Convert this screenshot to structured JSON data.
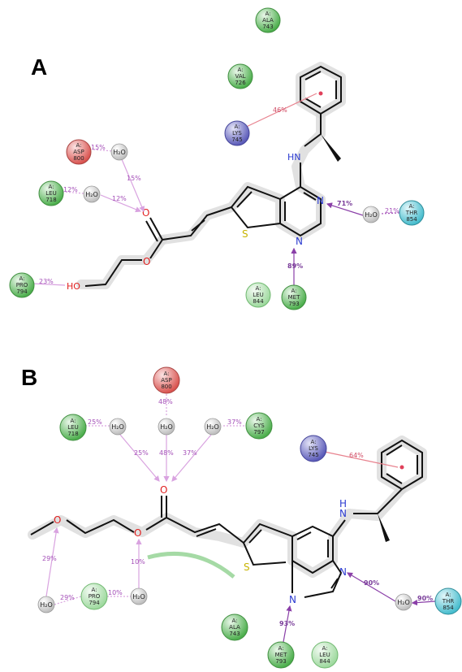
{
  "panels": [
    {
      "label": "A"
    },
    {
      "label": "B"
    }
  ],
  "panelA": {
    "residues": [
      {
        "id": "a-ala743",
        "chain": "A:",
        "name": "ALA",
        "num": "743",
        "color": "#5cb85c"
      },
      {
        "id": "a-val726",
        "chain": "A:",
        "name": "VAL",
        "num": "726",
        "color": "#5cb85c"
      },
      {
        "id": "a-lys745",
        "chain": "A:",
        "name": "LYS",
        "num": "745",
        "color": "#6f6fc8"
      },
      {
        "id": "a-asp800",
        "chain": "A:",
        "name": "ASP",
        "num": "800",
        "color": "#e06666"
      },
      {
        "id": "a-leu718",
        "chain": "A:",
        "name": "LEU",
        "num": "718",
        "color": "#5cb85c"
      },
      {
        "id": "a-thr854",
        "chain": "A:",
        "name": "THR",
        "num": "854",
        "color": "#5bc8d6"
      },
      {
        "id": "a-pro794",
        "chain": "A:",
        "name": "PRO",
        "num": "794",
        "color": "#5cb85c"
      },
      {
        "id": "a-leu844",
        "chain": "A:",
        "name": "LEU",
        "num": "844",
        "color": "#9ed99e"
      },
      {
        "id": "a-met793",
        "chain": "A:",
        "name": "MET",
        "num": "793",
        "color": "#5cb85c"
      }
    ],
    "percents": {
      "lys_pi": "46%",
      "asp_water": "15%",
      "water1_o": "15%",
      "leu_water": "12%",
      "water2_o": "12%",
      "n_water": "71%",
      "water_thr": "21%",
      "met_n": "89%",
      "pro_oh": "23%"
    },
    "atoms": {
      "hn": "HN",
      "n1": "N",
      "n2": "N",
      "s": "S",
      "o_carbonyl": "O",
      "o_ester": "O",
      "ho": "HO"
    },
    "water": "H₂O"
  },
  "panelB": {
    "residues": [
      {
        "id": "b-asp800",
        "chain": "A:",
        "name": "ASP",
        "num": "800",
        "color": "#e06666"
      },
      {
        "id": "b-leu718",
        "chain": "A:",
        "name": "LEU",
        "num": "718",
        "color": "#5cb85c"
      },
      {
        "id": "b-cys797",
        "chain": "A:",
        "name": "CYS",
        "num": "797",
        "color": "#5cb85c"
      },
      {
        "id": "b-lys745",
        "chain": "A:",
        "name": "LYS",
        "num": "745",
        "color": "#6f6fc8"
      },
      {
        "id": "b-pro794",
        "chain": "A:",
        "name": "PRO",
        "num": "794",
        "color": "#9ed99e"
      },
      {
        "id": "b-thr854",
        "chain": "A:",
        "name": "THR",
        "num": "854",
        "color": "#5bc8d6"
      },
      {
        "id": "b-ala743",
        "chain": "A:",
        "name": "ALA",
        "num": "743",
        "color": "#5cb85c"
      },
      {
        "id": "b-met793",
        "chain": "A:",
        "name": "MET",
        "num": "793",
        "color": "#5cb85c"
      },
      {
        "id": "b-leu844",
        "chain": "A:",
        "name": "LEU",
        "num": "844",
        "color": "#9ed99e"
      }
    ],
    "percents": {
      "asp_water": "48%",
      "leu_water": "25%",
      "cys_water": "37%",
      "w1_o": "25%",
      "w2_o": "48%",
      "w3_o": "37%",
      "lys_pi": "64%",
      "w_ether": "29%",
      "w_pro": "29%",
      "pro_w": "10%",
      "w_ester": "10%",
      "n_water": "90%",
      "water_thr": "90%",
      "met_n": "93%"
    },
    "atoms": {
      "o_carbonyl": "O",
      "o_ester": "O",
      "o_ether": "O",
      "n_h": "N",
      "h": "H",
      "n1": "N",
      "n2": "N",
      "s": "S"
    },
    "water": "H₂O"
  }
}
